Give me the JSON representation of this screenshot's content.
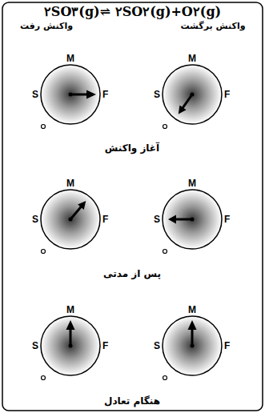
{
  "diagram": {
    "title": "۲SO۳(g)⇌ ۲SO۲(g)+O۲(g)",
    "nodes": [
      {
        "text": [
          "M",
          "S",
          "F"
        ]
      },
      {
        "text": [
          "M",
          "S",
          "F"
        ]
      },
      {
        "text": [
          "M",
          "S",
          "F"
        ]
      },
      {
        "text": [
          "M",
          "S",
          "F"
        ]
      },
      {
        "text": [
          "M",
          "S",
          "F"
        ]
      },
      {
        "text": [
          "M",
          "S",
          "F"
        ]
      }
    ],
    "labels": [
      "واکنش رفت",
      "واکنش برگشت",
      "آغاز واکنش",
      "پس از مدتی",
      "هنگام تعادل"
    ]
  }
}
